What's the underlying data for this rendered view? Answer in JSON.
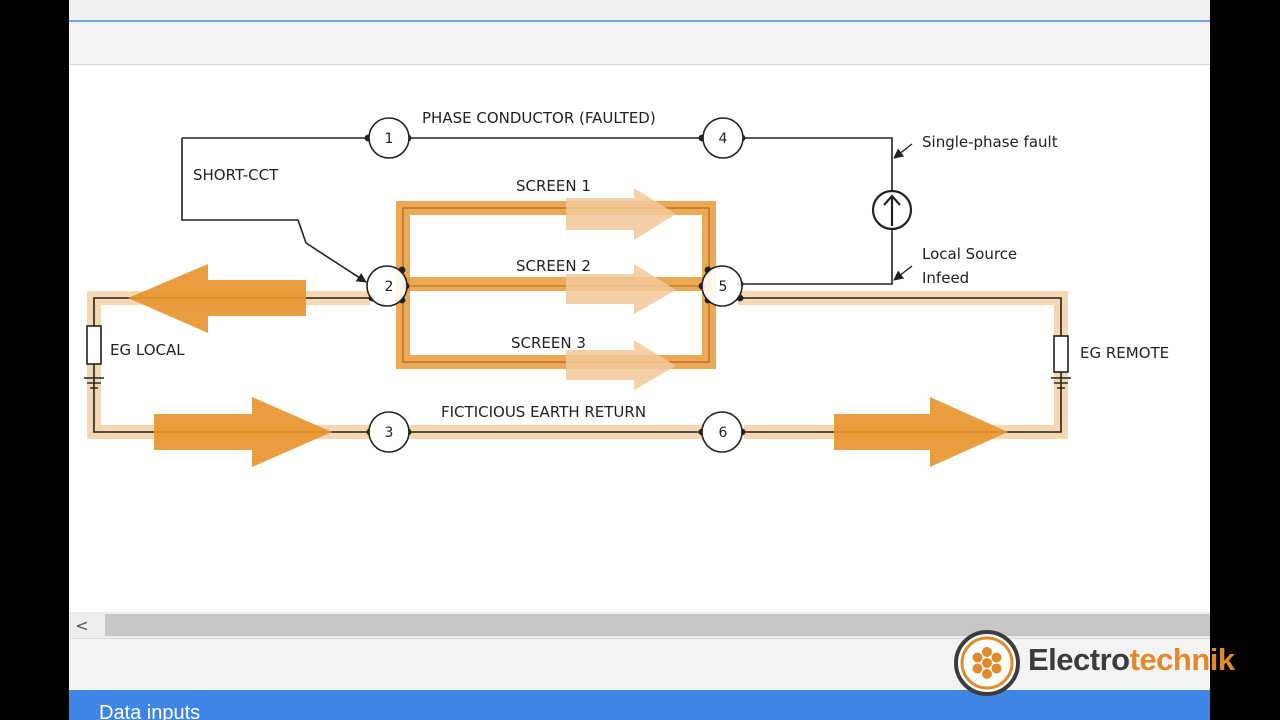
{
  "panel": {
    "title": "Data inputs"
  },
  "brand": {
    "part1": "Electro",
    "part2": "technik"
  },
  "scrollbar": {
    "left_arrow": "<"
  },
  "diagram": {
    "labels": {
      "phase_conductor": "PHASE CONDUCTOR (FAULTED)",
      "short_cct": "SHORT-CCT",
      "screen1": "SCREEN 1",
      "screen2": "SCREEN 2",
      "screen3": "SCREEN 3",
      "single_phase_fault": "Single-phase fault",
      "local_source_line1": "Local Source",
      "local_source_line2": "Infeed",
      "eg_local": "EG LOCAL",
      "eg_remote": "EG REMOTE",
      "earth_return": "FICTICIOUS EARTH RETURN"
    },
    "nodes": {
      "n1": "1",
      "n2": "2",
      "n3": "3",
      "n4": "4",
      "n5": "5",
      "n6": "6"
    }
  },
  "colors": {
    "highlight": "#e8952e",
    "highlight_light": "#f5d7b1",
    "accent_blue": "#3f85e6",
    "wire": "#222222"
  }
}
